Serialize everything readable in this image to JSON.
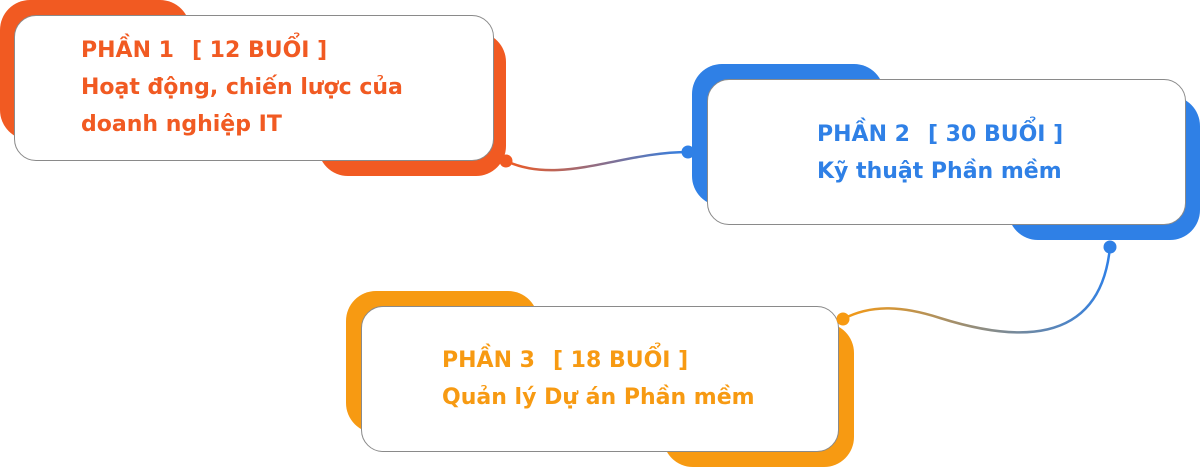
{
  "colors": {
    "phase1": "#f15a22",
    "phase2": "#2f80e6",
    "phase3": "#f79a12"
  },
  "phases": [
    {
      "label": "PHẦN 1",
      "sessions": "[ 12 BUỔI ]",
      "lines": [
        "Hoạt động, chiến lược của",
        "doanh nghiệp IT"
      ]
    },
    {
      "label": "PHẦN 2",
      "sessions": "[ 30 BUỔI ]",
      "lines": [
        "Kỹ thuật Phần mềm"
      ]
    },
    {
      "label": "PHẦN 3",
      "sessions": "[ 18 BUỔI ]",
      "lines": [
        "Quản lý Dự án Phần mềm"
      ]
    }
  ]
}
